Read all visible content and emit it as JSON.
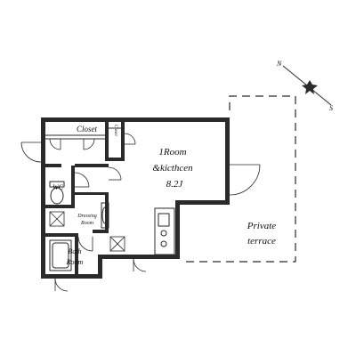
{
  "floor_plan": {
    "rooms": {
      "main": {
        "line1": "1Room",
        "line2": "&kicthcen",
        "line3": "8.2J"
      },
      "closet": "Closet",
      "small_closet": "Closet",
      "wc": "WC",
      "dressing": {
        "line1": "Dressing",
        "line2": "Room"
      },
      "bath": {
        "line1": "Bath",
        "line2": "Room"
      },
      "terrace": {
        "line1": "Private",
        "line2": "terrace"
      }
    },
    "compass": {
      "north": "N",
      "south": "S"
    }
  }
}
